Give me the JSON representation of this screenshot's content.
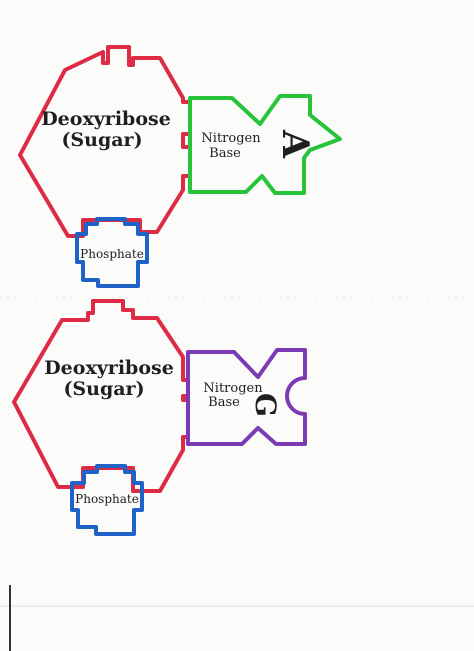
{
  "nucleotides": [
    {
      "sugar": {
        "line1": "Deoxyribose",
        "line2": "(Sugar)",
        "color": "#dd2a45"
      },
      "phosphate": {
        "label": "Phosphate",
        "color": "#1f63c9"
      },
      "base": {
        "label_line1": "Nitrogen",
        "label_line2": "Base",
        "letter": "A",
        "color": "#27c43a"
      }
    },
    {
      "sugar": {
        "line1": "Deoxyribose",
        "line2": "(Sugar)",
        "color": "#dd2a45"
      },
      "phosphate": {
        "label": "Phosphate",
        "color": "#1f63c9"
      },
      "base": {
        "label_line1": "Nitrogen",
        "label_line2": "Base",
        "letter": "G",
        "color": "#7a3bb5"
      }
    }
  ]
}
